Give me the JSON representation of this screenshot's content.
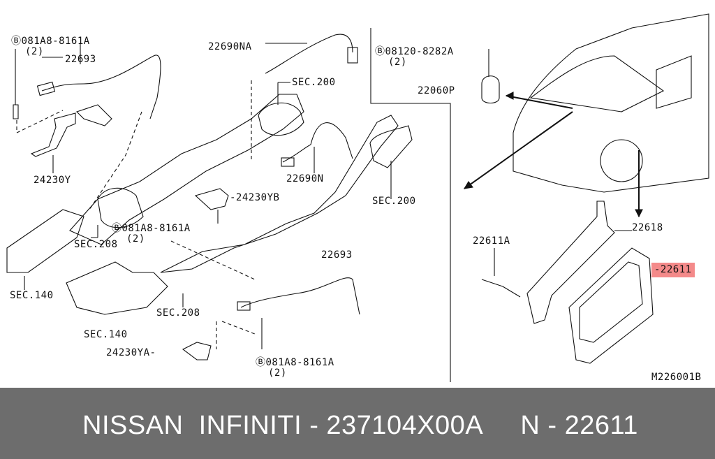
{
  "diagram": {
    "labels": {
      "bolt_081a8_top": "Ⓑ081A8-8161A",
      "qty_top": "(2)",
      "sensor_22693_top": "22693",
      "bracket_24230y": "24230Y",
      "sensor_22690na": "22690NA",
      "sec200_top": "SEC.200",
      "sensor_22690n": "22690N",
      "bracket_24230yb": "-24230YB",
      "bolt_081a8_mid": "Ⓑ081A8-8161A",
      "qty_mid": "(2)",
      "sec208_upper": "SEC.208",
      "sec140_left": "SEC.140",
      "sensor_22693_bottom": "22693",
      "sec208_lower": "SEC.208",
      "sec140_lower": "SEC.140",
      "bracket_24230ya": "24230YA-",
      "bolt_081a8_bottom": "Ⓑ081A8-8161A",
      "qty_bottom": "(2)",
      "bolt_08120": "Ⓑ08120-8282A",
      "qty_right": "(2)",
      "knock_sensor_22060p": "22060P",
      "sec200_right": "SEC.200",
      "bracket_22618": "22618",
      "bolt_22611a": "22611A",
      "ecm_22611": "-22611",
      "diagram_code": "M226001B"
    },
    "highlight_color": "#f48a8a"
  },
  "footer": {
    "text": "NISSAN  INFINITI - 237104X00A     N - 22611"
  }
}
